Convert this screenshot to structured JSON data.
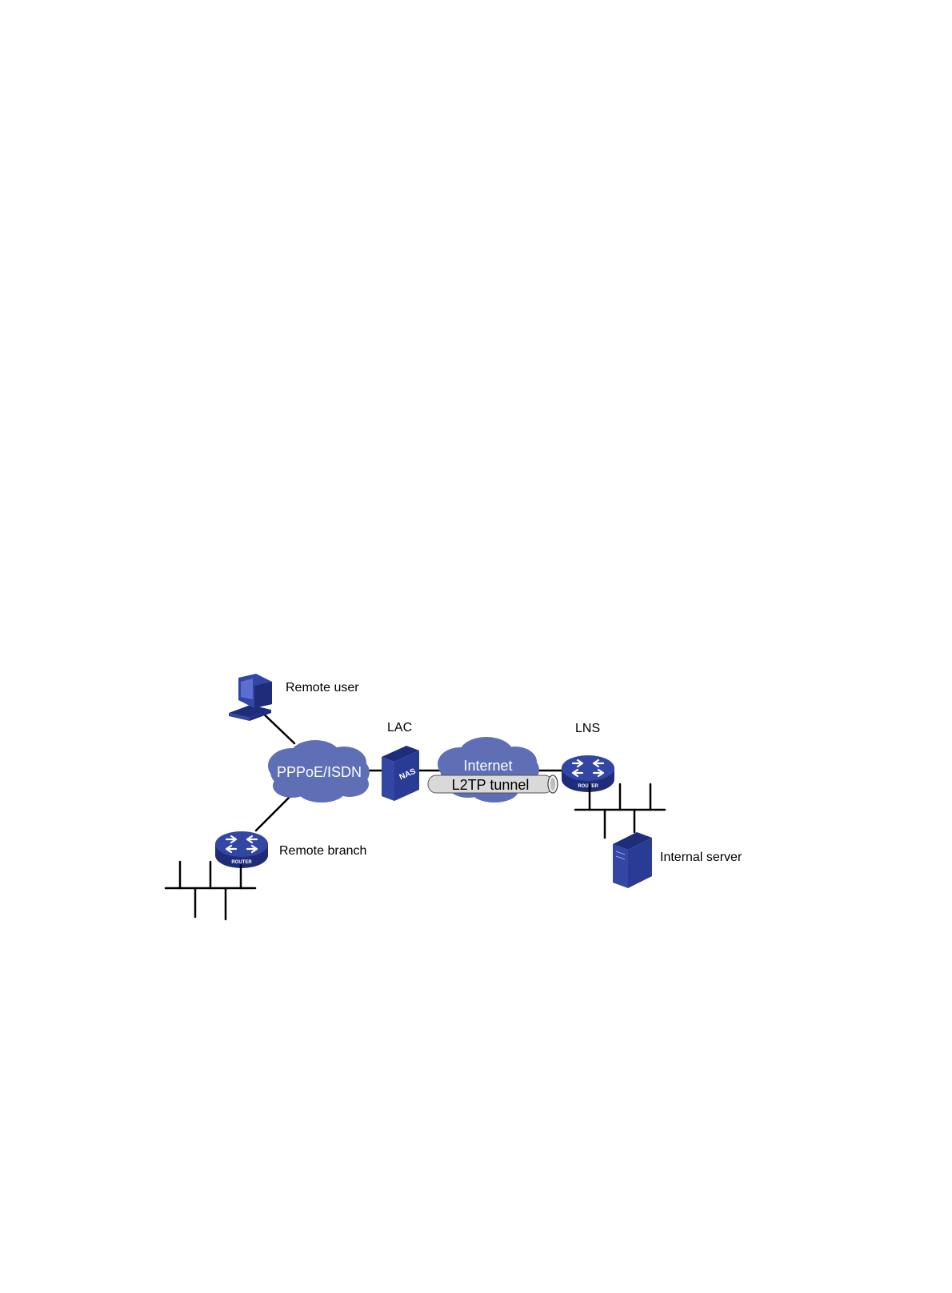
{
  "nodes": {
    "remote_user": {
      "label": "Remote user",
      "icon": "pc-icon"
    },
    "remote_branch": {
      "label": "Remote branch",
      "icon": "router-icon",
      "badge": "ROUTER"
    },
    "lac": {
      "label": "LAC",
      "icon": "nas-icon",
      "badge": "NAS"
    },
    "lns": {
      "label": "LNS",
      "icon": "router-icon",
      "badge": "ROUTER"
    },
    "internal_server": {
      "label": "Internal server",
      "icon": "server-icon"
    }
  },
  "clouds": {
    "access": {
      "label": "PPPoE/ISDN"
    },
    "internet": {
      "label": "Internet"
    }
  },
  "tunnel": {
    "label": "L2TP tunnel"
  },
  "colors": {
    "cloud": "#5f6fb5",
    "device": "#3346a3",
    "device_dark": "#1f2c7a",
    "tunnel": "#d9d9d9",
    "line": "#000000"
  }
}
